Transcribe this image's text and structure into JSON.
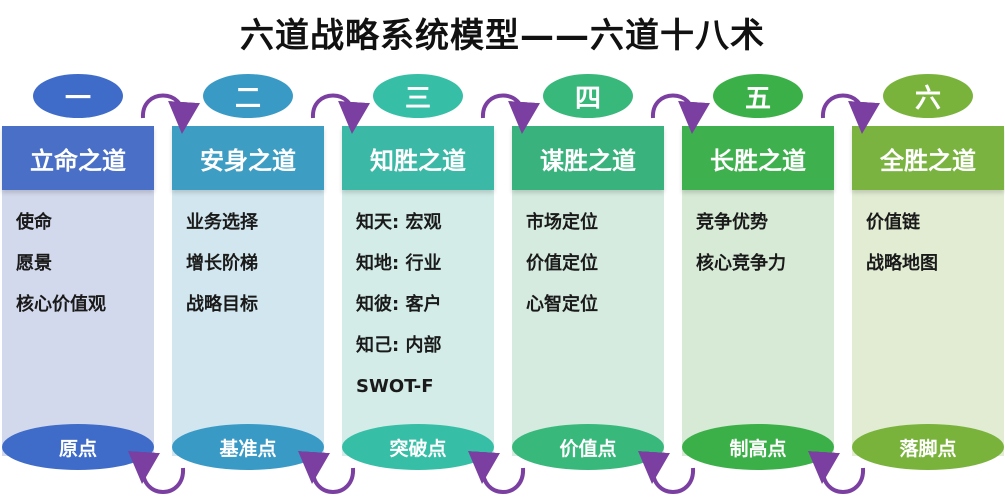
{
  "title": "六道战略系统模型——六道十八术",
  "columns": [
    {
      "num": "一",
      "header": "立命之道",
      "items": [
        "使命",
        "愿景",
        "核心价值观"
      ],
      "point": "原点",
      "head_color": "#4a6fc7",
      "body_color": "#d3d9ec",
      "badge_color": "#3f6bc9"
    },
    {
      "num": "二",
      "header": "安身之道",
      "items": [
        "业务选择",
        "增长阶梯",
        "战略目标"
      ],
      "point": "基准点",
      "head_color": "#3e9dc3",
      "body_color": "#d2e6ef",
      "badge_color": "#3a9ac6"
    },
    {
      "num": "三",
      "header": "知胜之道",
      "items": [
        "知天: 宏观",
        "知地: 行业",
        "知彼: 客户",
        "知己: 内部",
        "SWOT-F"
      ],
      "point": "突破点",
      "head_color": "#3bb9a6",
      "body_color": "#d3ece7",
      "badge_color": "#36bfa6"
    },
    {
      "num": "四",
      "header": "谋胜之道",
      "items": [
        "市场定位",
        "价值定位",
        "心智定位"
      ],
      "point": "价值点",
      "head_color": "#39b27d",
      "body_color": "#d5ebdf",
      "badge_color": "#38b87b"
    },
    {
      "num": "五",
      "header": "长胜之道",
      "items": [
        "竞争优势",
        "核心竞争力"
      ],
      "point": "制高点",
      "head_color": "#3fb04e",
      "body_color": "#d6ead5",
      "badge_color": "#3cb048"
    },
    {
      "num": "六",
      "header": "全胜之道",
      "items": [
        "价值链",
        "战略地图"
      ],
      "point": "落脚点",
      "head_color": "#7ab340",
      "body_color": "#e1ecd3",
      "badge_color": "#7ab33c"
    }
  ],
  "connector_color": "#7a3fa0"
}
